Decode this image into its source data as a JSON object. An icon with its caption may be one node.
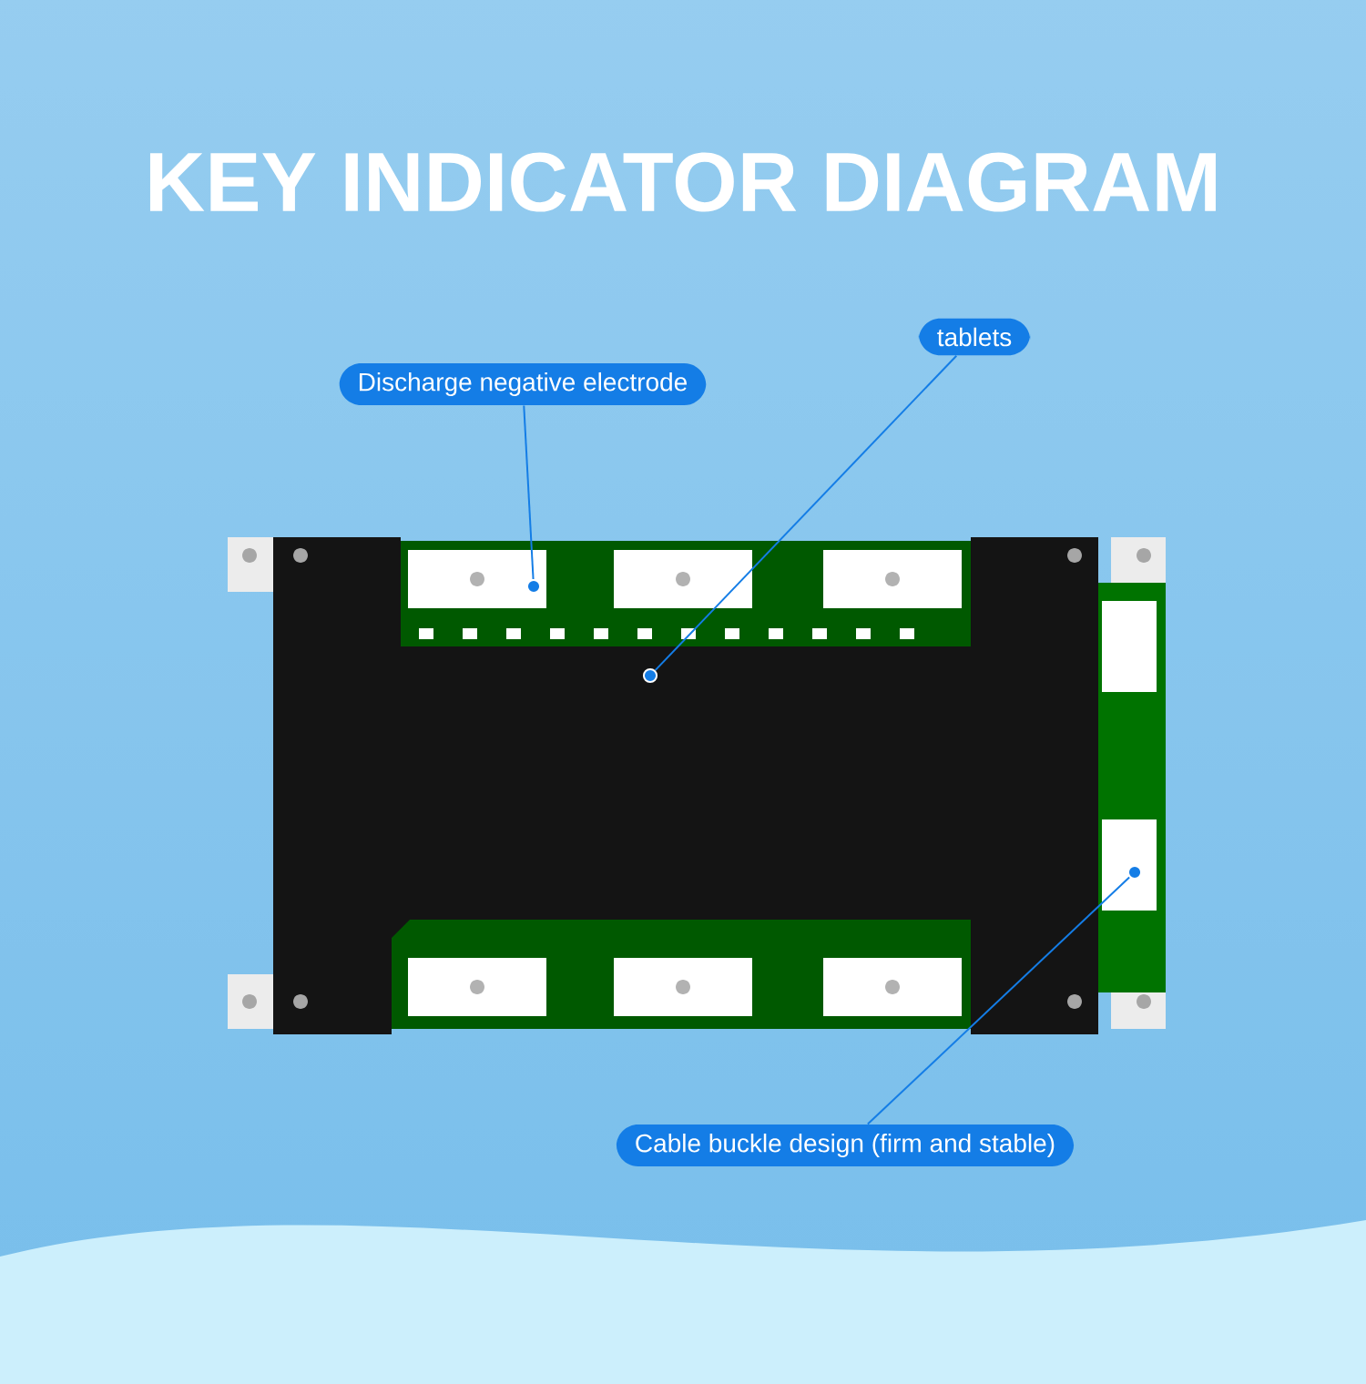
{
  "diagram": {
    "title": "KEY INDICATOR DIAGRAM",
    "nodes": [
      {
        "text": [
          "Discharge negative electrode"
        ]
      },
      {
        "text": [],
        "shape": "circle"
      },
      {
        "text": [
          "tablets"
        ]
      },
      {
        "text": [],
        "shape": "circle"
      },
      {
        "text": [
          "Cable buckle design (firm and stable)"
        ]
      },
      {
        "text": [],
        "shape": "circle"
      }
    ],
    "edges": [
      {
        "from": 0,
        "to": 1,
        "arrow": "none"
      },
      {
        "from": 2,
        "to": 3,
        "arrow": "none"
      },
      {
        "from": 4,
        "to": 5,
        "arrow": "none"
      }
    ]
  }
}
